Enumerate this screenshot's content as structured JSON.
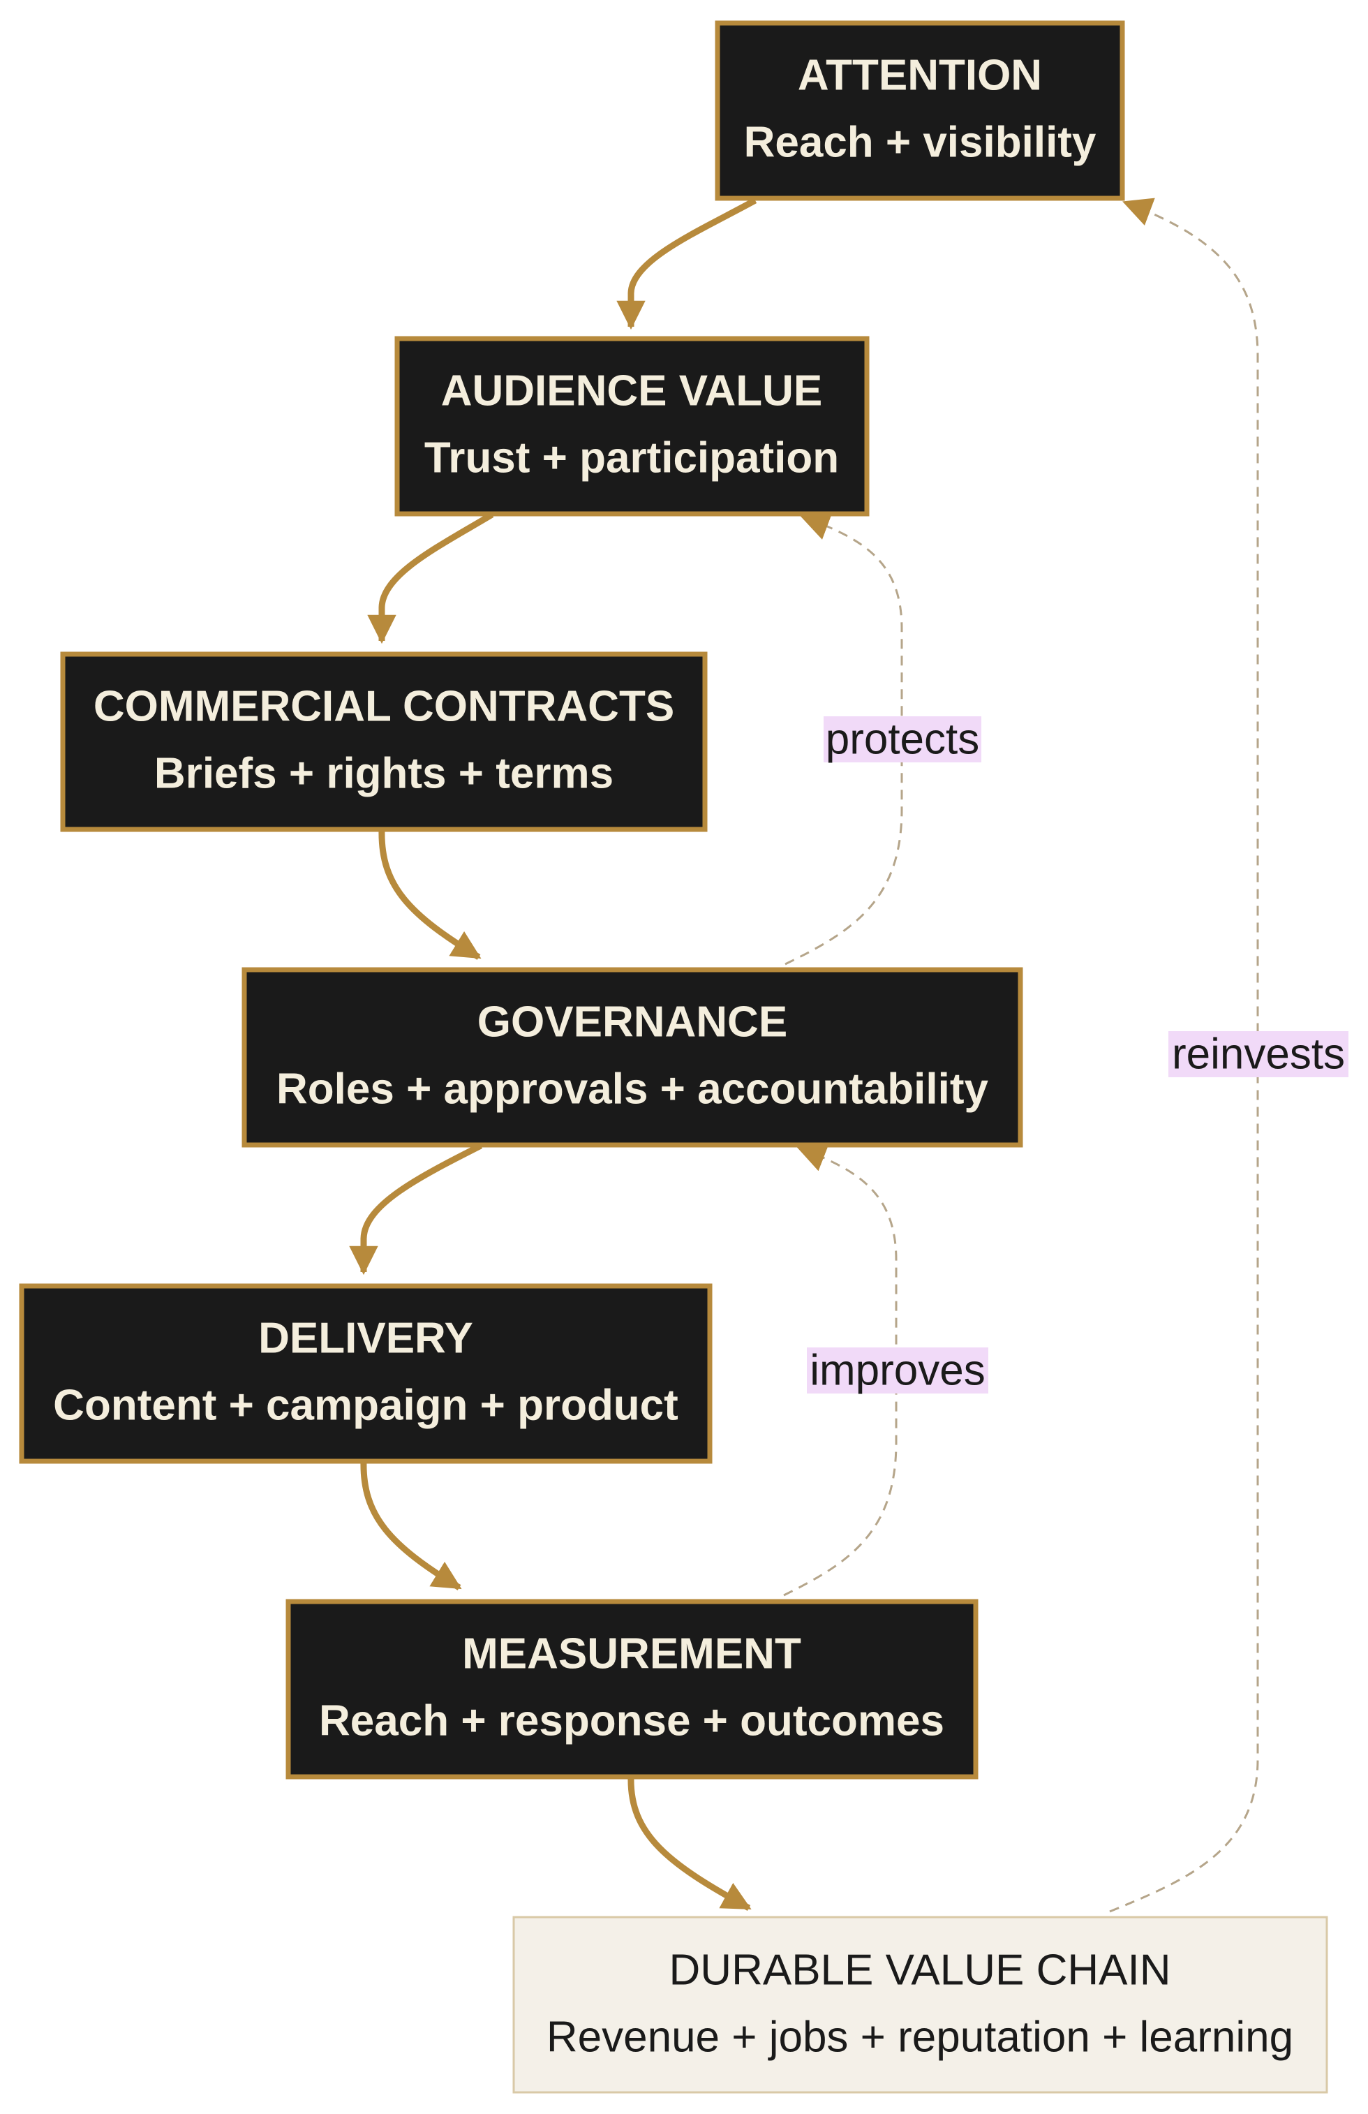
{
  "colors": {
    "node_fill": "#1a1a1a",
    "node_stroke": "#b78a3c",
    "node_text": "#f4eedd",
    "terminal_fill": "#f4f0e8",
    "terminal_stroke": "#d9c9a7",
    "terminal_text": "#1a1a1a",
    "flow_edge": "#b78a3c",
    "feedback_edge": "#b5a58a",
    "edge_label_bg": "#f1daf8",
    "edge_label_text": "#1a1a1a"
  },
  "nodes": {
    "attention": {
      "title": "ATTENTION",
      "subtitle": "Reach + visibility"
    },
    "audience_value": {
      "title": "AUDIENCE VALUE",
      "subtitle": "Trust + participation"
    },
    "commercial_contracts": {
      "title": "COMMERCIAL CONTRACTS",
      "subtitle": "Briefs + rights + terms"
    },
    "governance": {
      "title": "GOVERNANCE",
      "subtitle": "Roles + approvals + accountability"
    },
    "delivery": {
      "title": "DELIVERY",
      "subtitle": "Content + campaign + product"
    },
    "measurement": {
      "title": "MEASUREMENT",
      "subtitle": "Reach + response + outcomes"
    },
    "durable_value_chain": {
      "title": "DURABLE VALUE CHAIN",
      "subtitle": "Revenue + jobs + reputation + learning"
    }
  },
  "edges": {
    "flow": [
      {
        "from": "attention",
        "to": "audience_value"
      },
      {
        "from": "audience_value",
        "to": "commercial_contracts"
      },
      {
        "from": "commercial_contracts",
        "to": "governance"
      },
      {
        "from": "governance",
        "to": "delivery"
      },
      {
        "from": "delivery",
        "to": "measurement"
      },
      {
        "from": "measurement",
        "to": "durable_value_chain"
      }
    ],
    "feedback": [
      {
        "from": "governance",
        "to": "audience_value",
        "label": "protects"
      },
      {
        "from": "measurement",
        "to": "governance",
        "label": "improves"
      },
      {
        "from": "durable_value_chain",
        "to": "attention",
        "label": "reinvests"
      }
    ]
  }
}
